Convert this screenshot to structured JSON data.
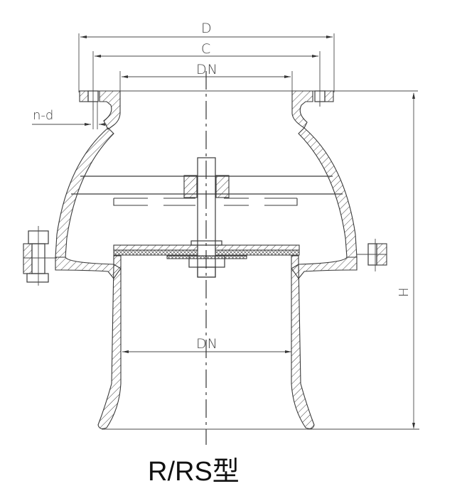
{
  "drawing": {
    "title": "R/RS型",
    "subject": "foot valve cross-section",
    "dimensions": {
      "outer_flange_diameter": "D",
      "bolt_circle_diameter": "C",
      "nominal_diameter_top": "DN",
      "nominal_diameter_bottom": "DN",
      "bolt_holes": "n-d",
      "height": "H"
    },
    "colors": {
      "line": "#3a3a3a",
      "background": "#ffffff",
      "caption": "#111111"
    }
  }
}
